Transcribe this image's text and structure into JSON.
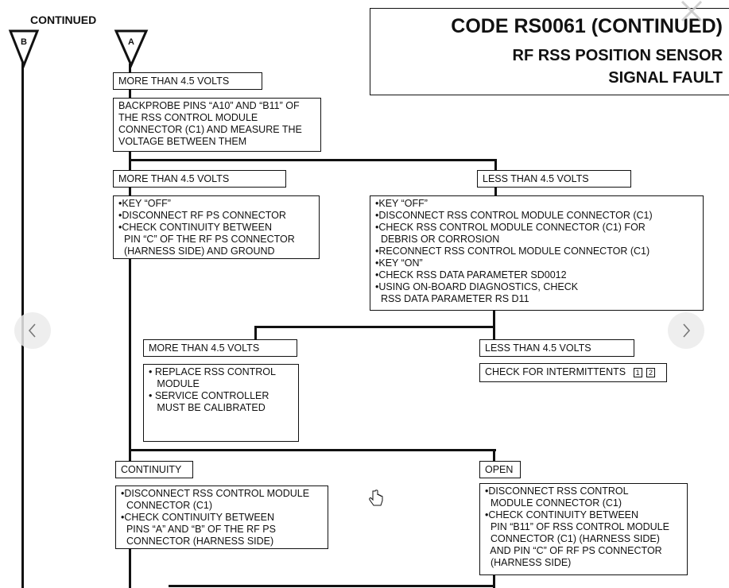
{
  "continued_label": "CONTINUED",
  "markers": {
    "b": "B",
    "a": "A"
  },
  "title": {
    "line1": "CODE RS0061 (CONTINUED)",
    "line2": "RF RSS POSITION SENSOR",
    "line3": "SIGNAL FAULT"
  },
  "boxes": {
    "top_condition": "MORE THAN 4.5 VOLTS",
    "step1": [
      "BACKPROBE PINS “A10” AND “B11” OF",
      "THE RSS CONTROL MODULE",
      "CONNECTOR (C1) AND MEASURE THE",
      "VOLTAGE BETWEEN THEM"
    ],
    "branch_left_label": "MORE THAN 4.5 VOLTS",
    "branch_right_label": "LESS THAN 4.5 VOLTS",
    "left_steps": [
      "•KEY “OFF”",
      "•DISCONNECT RF PS CONNECTOR",
      "•CHECK CONTINUITY BETWEEN",
      "  PIN “C” OF THE RF PS CONNECTOR",
      "  (HARNESS SIDE) AND GROUND"
    ],
    "right_steps": [
      "•KEY “OFF”",
      "•DISCONNECT RSS CONTROL MODULE CONNECTOR (C1)",
      "•CHECK RSS CONTROL MODULE CONNECTOR (C1) FOR",
      "  DEBRIS OR CORROSION",
      "•RECONNECT RSS CONTROL MODULE CONNECTOR (C1)",
      "•KEY “ON”",
      "•CHECK RSS DATA PARAMETER SD0012",
      "•USING ON-BOARD DIAGNOSTICS, CHECK",
      "  RSS DATA PARAMETER RS D11"
    ],
    "sub_left_label": "MORE THAN 4.5 VOLTS",
    "sub_right_label": "LESS THAN 4.5 VOLTS",
    "sub_left_steps": [
      "• REPLACE RSS CONTROL",
      "   MODULE",
      "• SERVICE CONTROLLER",
      "   MUST BE CALIBRATED"
    ],
    "sub_right_text": "CHECK FOR INTERMITTENTS",
    "intermittent_refs": [
      "1",
      "2"
    ],
    "continuity_label": "CONTINUITY",
    "open_label": "OPEN",
    "continuity_steps": [
      "•DISCONNECT RSS CONTROL MODULE",
      "  CONNECTOR (C1)",
      "•CHECK CONTINUITY BETWEEN",
      "  PINS “A” AND “B” OF THE RF PS",
      "  CONNECTOR (HARNESS SIDE)"
    ],
    "open_steps": [
      "•DISCONNECT RSS CONTROL",
      "  MODULE CONNECTOR (C1)",
      "•CHECK CONTINUITY BETWEEN",
      "  PIN “B11” OF RSS CONTROL MODULE",
      "  CONNECTOR (C1) (HARNESS SIDE)",
      "  AND PIN “C” OF RF PS CONNECTOR",
      "  (HARNESS SIDE)"
    ]
  },
  "viewer": {
    "prev_icon": "chevron-left-icon",
    "next_icon": "chevron-right-icon",
    "close_icon": "close-icon"
  }
}
